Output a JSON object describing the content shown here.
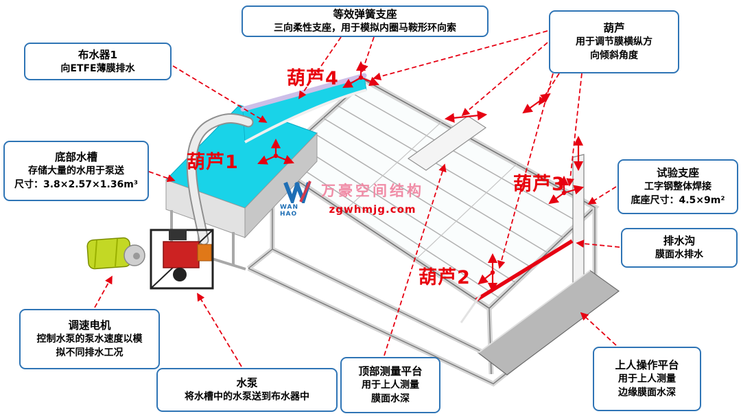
{
  "callouts": {
    "spring_support": {
      "title": "等效弹簧支座",
      "line1": "三向柔性支座，用于模拟内圈马鞍形环向索"
    },
    "hoist": {
      "title": "葫芦",
      "line1": "用于调节膜横纵方",
      "line2": "向倾斜角度"
    },
    "distributor": {
      "title": "布水器1",
      "line1": "向ETFE薄膜排水"
    },
    "tank": {
      "title": "底部水槽",
      "line1": "存储大量的水用于泵送",
      "line2": "尺寸：3.8×2.57×1.36m³"
    },
    "test_support": {
      "title": "试验支座",
      "line1": "工字钢整体焊接",
      "line2": "底座尺寸：4.5×9m²"
    },
    "drain": {
      "title": "排水沟",
      "line1": "膜面水排水"
    },
    "motor": {
      "title": "调速电机",
      "line1": "控制水泵的泵水速度以模",
      "line2": "拟不同排水工况"
    },
    "pump": {
      "title": "水泵",
      "line1": "将水槽中的水泵送到布水器中"
    },
    "top_platform": {
      "title": "顶部测量平台",
      "line1": "用于上人测量",
      "line2": "膜面水深"
    },
    "op_platform": {
      "title": "上人操作平台",
      "line1": "用于上人测量",
      "line2": "边缘膜面水深"
    }
  },
  "diagram_labels": {
    "hoist1": "葫芦1",
    "hoist2": "葫芦2",
    "hoist3": "葫芦3",
    "hoist4": "葫芦4"
  },
  "watermark": {
    "logo_text": "WAN HAO",
    "company": "万豪空间结构",
    "site": "zgwhmjg.com"
  },
  "colors": {
    "callout_border": "#2e74b5",
    "leader_red": "#e60012",
    "water_cyan": "#19d3e8",
    "drain_red": "#e60012",
    "frame_gray": "#d5d5d5",
    "platform_gray": "#b8b8b8",
    "motor_green": "#c3d825",
    "engine_red": "#cc2222"
  }
}
